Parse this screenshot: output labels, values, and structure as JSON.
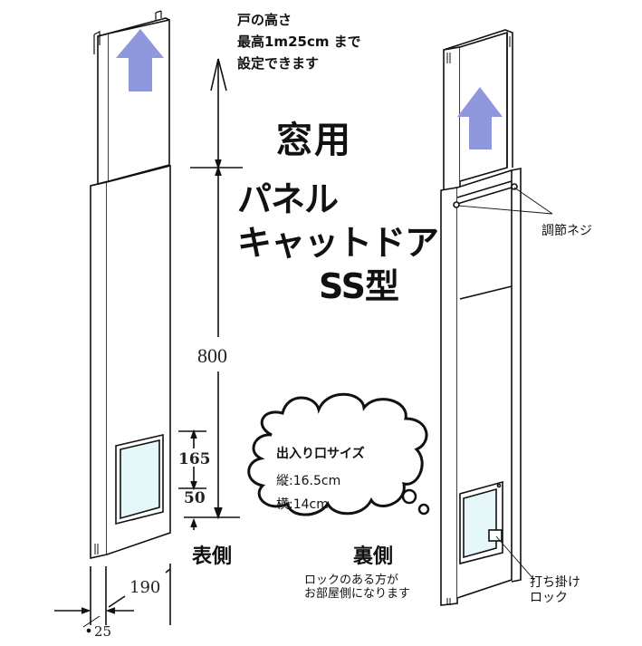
{
  "diagram": {
    "title": {
      "usage": "窓用",
      "product_line1": "パネル",
      "product_line2": "キャットドア",
      "product_line3": "SS型"
    },
    "height_note": {
      "line1": "戸の高さ",
      "line2": "最高1m25cm まで",
      "line3": "設定できます"
    },
    "dimensions": {
      "panel_height": "800",
      "opening_height": "165",
      "bottom_margin": "50",
      "panel_width": "190",
      "panel_depth": "25"
    },
    "views": {
      "front_label": "表側",
      "back_label": "裏側",
      "back_note_line1": "ロックのある方が",
      "back_note_line2": "お部屋側になります"
    },
    "opening_size": {
      "title": "出入り口サイズ",
      "vertical": "縦:16.5cm",
      "horizontal": "横:14cm"
    },
    "callouts": {
      "adjust_screw": "調節ネジ",
      "latch_lock_line1": "打ち掛け",
      "latch_lock_line2": "ロック"
    },
    "colors": {
      "arrow": "#8f97dd",
      "flap_glass": "#e6f7fa",
      "line": "#111111",
      "background": "#ffffff"
    },
    "icons": [
      "up-arrow-icon",
      "thought-bubble-icon",
      "dimension-arrow-icon"
    ]
  }
}
